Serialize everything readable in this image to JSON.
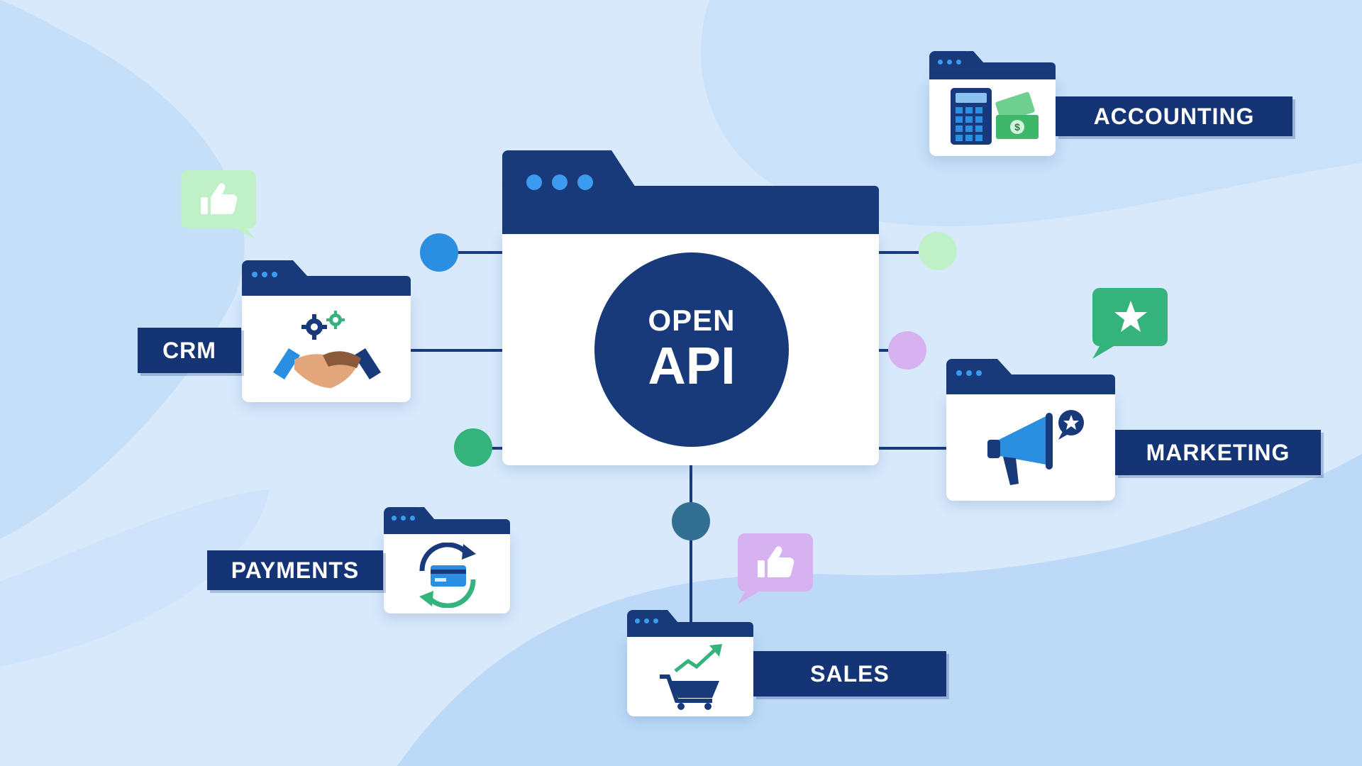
{
  "center": {
    "line1": "OPEN",
    "line2": "API"
  },
  "modules": [
    {
      "label": "ACCOUNTING",
      "icon": "calculator-money-icon"
    },
    {
      "label": "CRM",
      "icon": "handshake-gears-icon"
    },
    {
      "label": "MARKETING",
      "icon": "megaphone-icon"
    },
    {
      "label": "PAYMENTS",
      "icon": "card-sync-icon"
    },
    {
      "label": "SALES",
      "icon": "cart-growth-icon"
    }
  ],
  "bubbles": [
    {
      "icon": "thumbs-up-icon",
      "color": "#bfeecb"
    },
    {
      "icon": "star-icon",
      "color": "#34b37c"
    },
    {
      "icon": "thumbs-up-icon",
      "color": "#d6b3f0"
    }
  ],
  "colors": {
    "navy": "#183a7a",
    "label_bg": "#143476",
    "accent_blue": "#2a8fe0",
    "green": "#34b37c",
    "mint": "#bff0c8",
    "purple": "#d6b3f0",
    "teal": "#336f92"
  }
}
